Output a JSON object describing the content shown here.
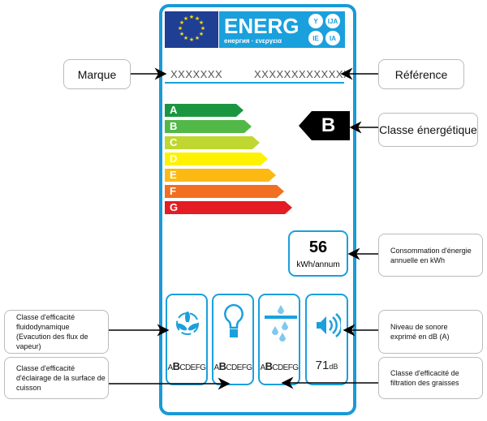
{
  "label": {
    "logo_text": "ENERG",
    "logo_subtitle": "енергия · ενεργεια",
    "logo_badges": [
      "Y",
      "IJA",
      "IE",
      "IA"
    ],
    "supplier": "XXXXXXX",
    "model": "XXXXXXXXXXXXX",
    "scale": [
      {
        "letter": "A",
        "color": "#1a9641"
      },
      {
        "letter": "B",
        "color": "#52b848"
      },
      {
        "letter": "C",
        "color": "#bfd730"
      },
      {
        "letter": "D",
        "color": "#fff200"
      },
      {
        "letter": "E",
        "color": "#fdb913"
      },
      {
        "letter": "F",
        "color": "#f26f21"
      },
      {
        "letter": "G",
        "color": "#e31d23"
      }
    ],
    "energy_class": "B",
    "consumption_value": "56",
    "consumption_unit": "kWh/annum",
    "fluid_rating": {
      "pre": "A",
      "sel": "B",
      "post": "CDEFG"
    },
    "light_rating": {
      "pre": "A",
      "sel": "B",
      "post": "CDEFG"
    },
    "filter_rating": {
      "pre": "A",
      "sel": "B",
      "post": "CDEFG"
    },
    "noise_value": "71",
    "noise_unit": "dB",
    "accent": "#1aa0dc"
  },
  "callouts": {
    "brand": "Marque",
    "reference": "Référence",
    "energy_class": "Classe énergétique",
    "consumption": "Consommation d'énergie annuelle en kWh",
    "noise": "Niveau de sonore exprimé en dB (A)",
    "filtration": "Classe d'efficacité de filtration des graisses",
    "fluid": "Classe d'efficacité fluidodynamique (Evacution des flux de vapeur)",
    "lighting": "Classe d'efficacité d'éclairage de la surface de cuisson"
  }
}
